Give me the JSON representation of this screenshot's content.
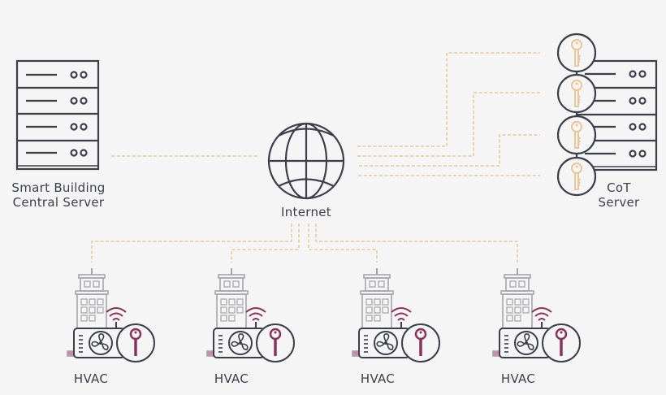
{
  "nodes": {
    "central_server": {
      "label_line1": "Smart Building",
      "label_line2": "Central Server"
    },
    "internet": {
      "label": "Internet"
    },
    "cot_server": {
      "label_line1": "CoT",
      "label_line2": "Server"
    },
    "hvac": [
      {
        "label": "HVAC"
      },
      {
        "label": "HVAC"
      },
      {
        "label": "HVAC"
      },
      {
        "label": "HVAC"
      }
    ]
  },
  "icons": {
    "central_server": "server-rack-icon",
    "internet": "globe-icon",
    "cot_server": "server-rack-with-keys-icon",
    "hvac": "building-hvac-key-wifi-icon"
  },
  "colors": {
    "background": "#f5f5f5",
    "stroke": "#3b3f4a",
    "connector": "#e8c99a",
    "cot_key": "#e9c79a",
    "hvac_key": "#8a3358",
    "building": "#a5a5ab",
    "building_accent": "#c291a8"
  }
}
